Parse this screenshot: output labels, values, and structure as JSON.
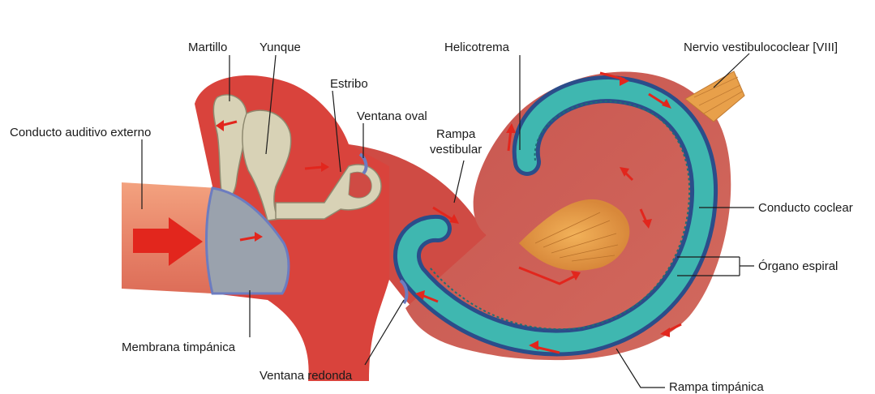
{
  "labels": {
    "martillo": "Martillo",
    "yunque": "Yunque",
    "estribo": "Estribo",
    "ventana_oval": "Ventana oval",
    "conducto_auditivo": "Conducto auditivo externo",
    "rampa_vestibular_1": "Rampa",
    "rampa_vestibular_2": "vestibular",
    "helicotrema": "Helicotrema",
    "nervio": "Nervio vestibulococlear [VIII]",
    "conducto_coclear": "Conducto coclear",
    "organo_espiral": "Órgano espiral",
    "membrana_timpanica": "Membrana timpánica",
    "ventana_redonda": "Ventana redonda",
    "rampa_timpanica": "Rampa timpánica"
  },
  "colors": {
    "tissue": "#d9433c",
    "tissue_dark": "#b83a34",
    "bone": "#d8d2b6",
    "membrane": "#9aa2ad",
    "duct_teal": "#3fb7b0",
    "duct_blue": "#2b4d8a",
    "nerve": "#e8a04a",
    "flow": "#e2261d"
  }
}
